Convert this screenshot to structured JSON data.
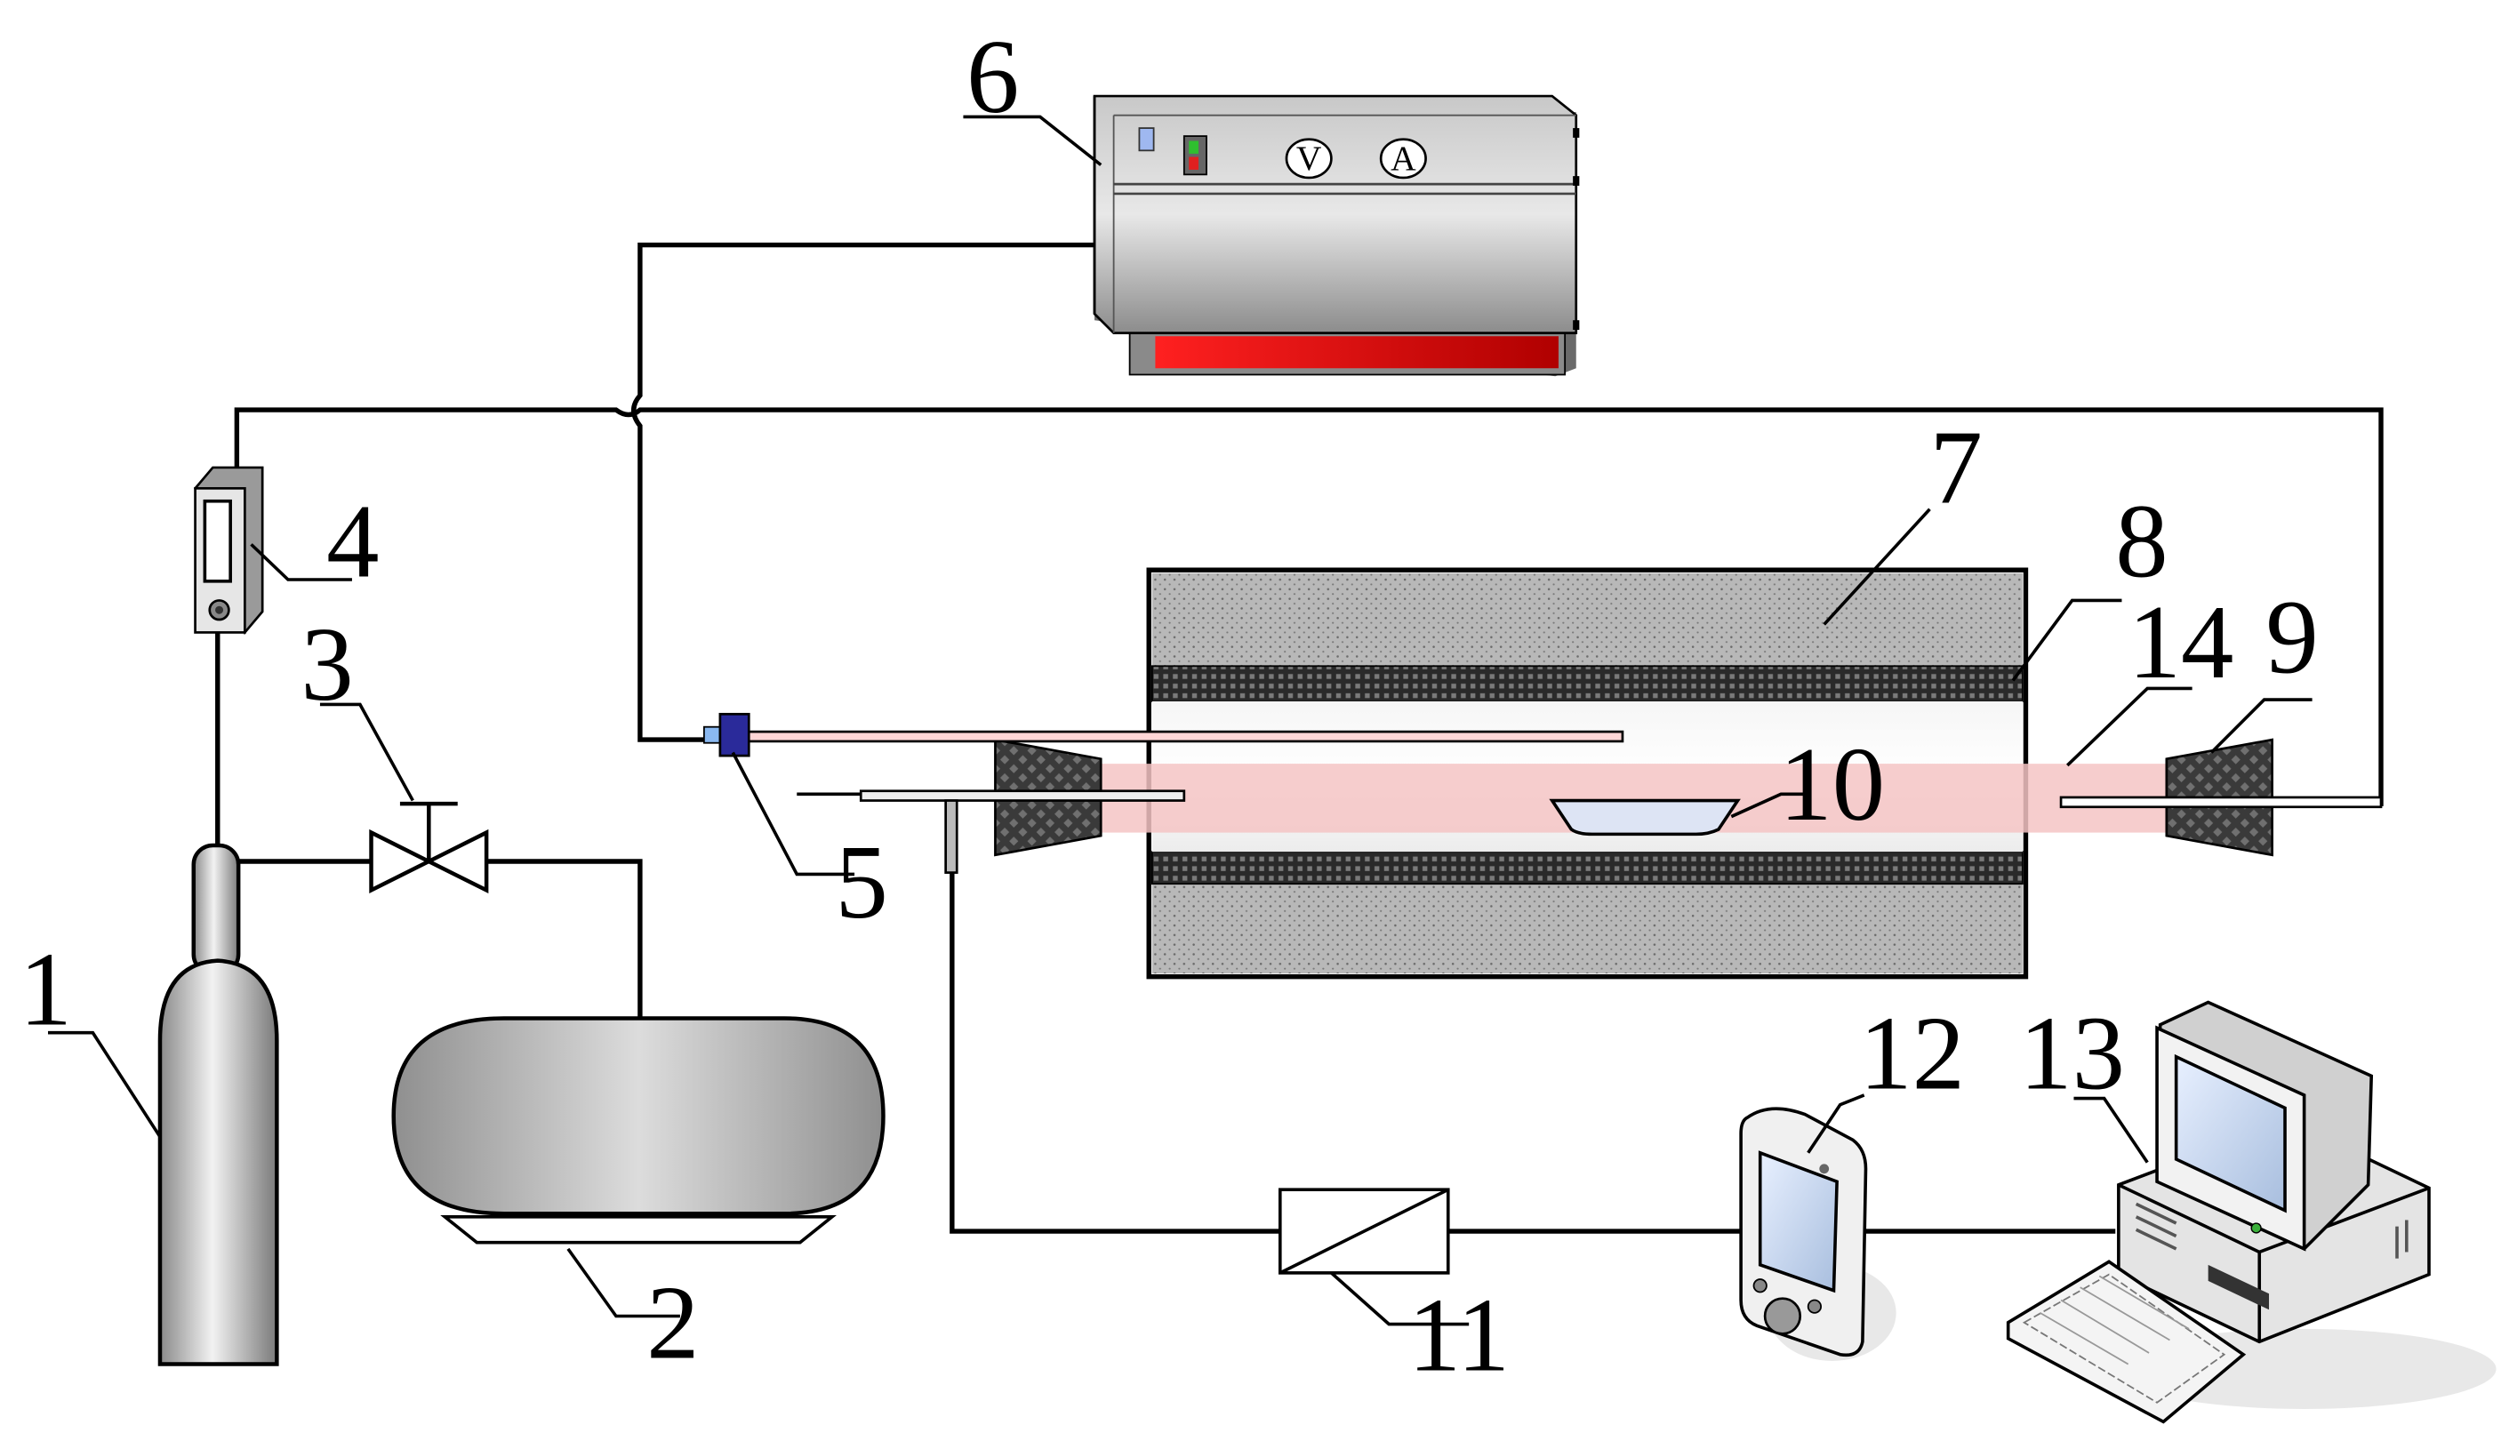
{
  "labels": {
    "l1": "1",
    "l2": "2",
    "l3": "3",
    "l4": "4",
    "l5": "5",
    "l6": "6",
    "l7": "7",
    "l8": "8",
    "l9": "9",
    "l10": "10",
    "l11": "11",
    "l12": "12",
    "l13": "13",
    "l14": "14"
  },
  "meters": {
    "voltmeter": "V",
    "ammeter": "A"
  },
  "colors": {
    "line": "#000000",
    "furnace_insulation": "#b8b8b8",
    "tube_glow": "#f4c4c4",
    "power_indicator": "#e00000",
    "plug": "#444444"
  }
}
